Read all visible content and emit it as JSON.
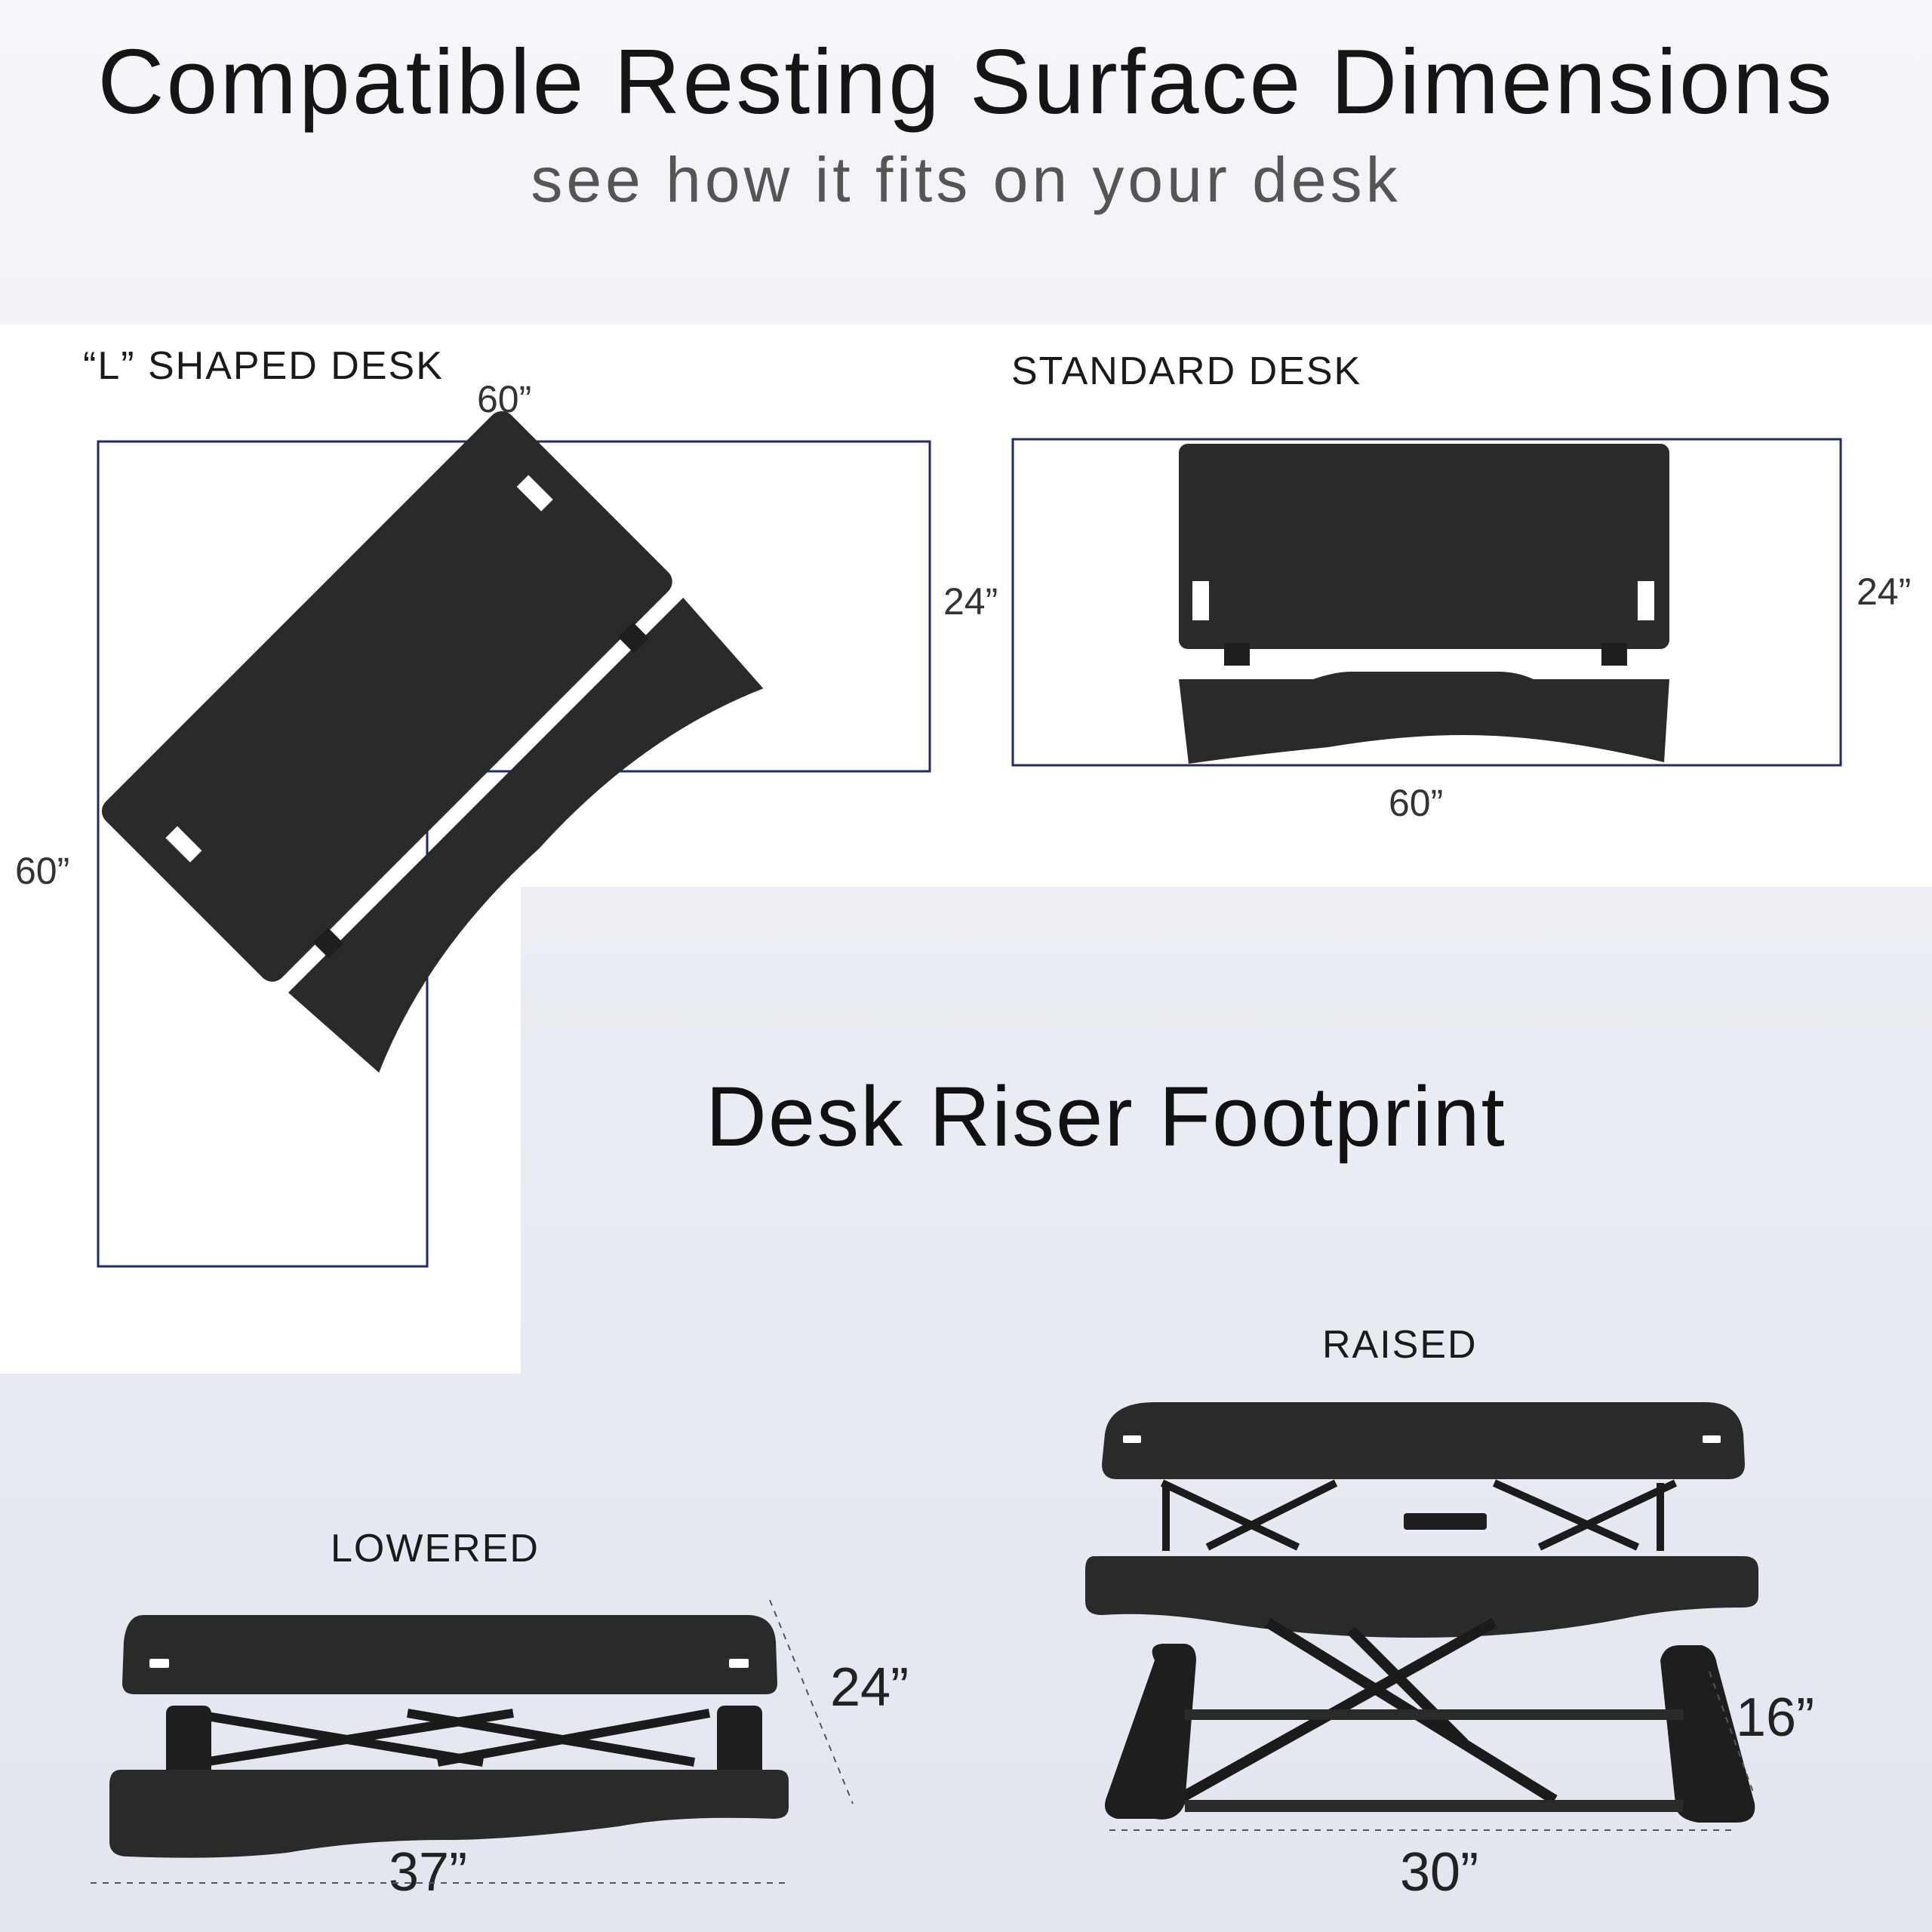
{
  "header": {
    "title": "Compatible Resting Surface Dimensions",
    "subtitle": "see how it fits on your desk"
  },
  "l_shaped": {
    "label": "“L” SHAPED DESK",
    "width_top": "60”",
    "depth_right": "24”",
    "length_left": "60”"
  },
  "standard": {
    "label": "STANDARD DESK",
    "depth": "24”",
    "width": "60”"
  },
  "footprint": {
    "title": "Desk Riser Footprint",
    "lowered": {
      "label": "LOWERED",
      "width": "37”",
      "depth": "24”"
    },
    "raised": {
      "label": "RAISED",
      "width": "30”",
      "depth": "16”"
    }
  },
  "colors": {
    "desk_outline": "#1f2a6b",
    "riser": "#2a2a2a",
    "background": "#eceef4"
  }
}
